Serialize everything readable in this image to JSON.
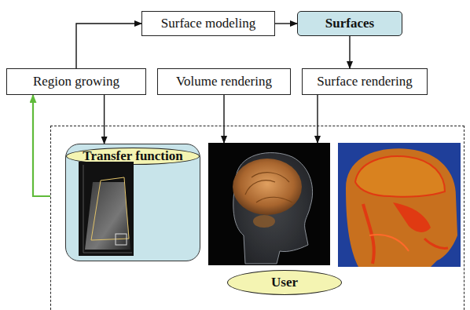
{
  "diagram": {
    "nodes": [
      {
        "text": [
          "Surface modeling"
        ]
      },
      {
        "text": [
          "Surfaces"
        ]
      },
      {
        "text": [
          "Region growing"
        ]
      },
      {
        "text": [
          "Volume rendering"
        ]
      },
      {
        "text": [
          "Surface rendering"
        ]
      },
      {
        "text": [
          "User"
        ]
      },
      {
        "text": [
          "Transfer function"
        ],
        "in": 5
      }
    ],
    "edges": [
      {
        "from": 2,
        "to": 0,
        "arrow": "to"
      },
      {
        "from": 0,
        "to": 1,
        "arrow": "to"
      },
      {
        "from": 1,
        "to": 4,
        "arrow": "to"
      },
      {
        "from": 2,
        "to": 6,
        "arrow": "to"
      },
      {
        "from": 3,
        "to": 5,
        "arrow": "to"
      },
      {
        "from": 4,
        "to": 5,
        "arrow": "to"
      },
      {
        "from": 5,
        "to": 2,
        "arrow": "to"
      }
    ]
  }
}
